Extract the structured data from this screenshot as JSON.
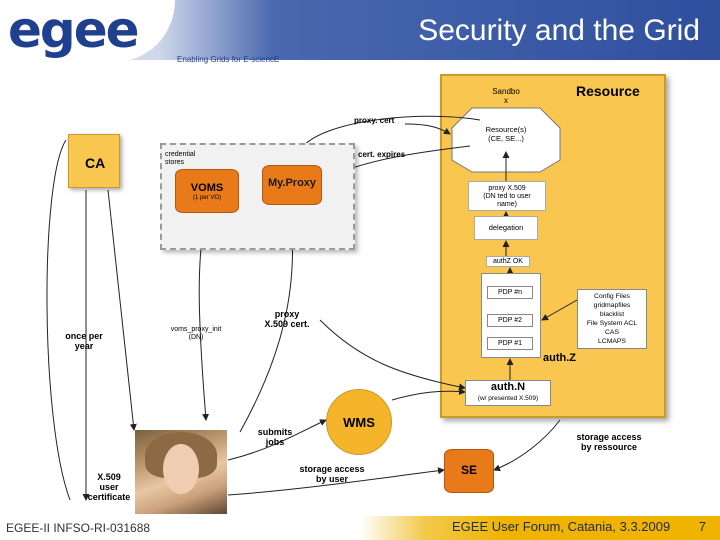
{
  "header": {
    "logo_text": "egee",
    "title": "Security and the Grid",
    "tagline": "Enabling Grids for E-sciencE"
  },
  "footer": {
    "project_id": "EGEE-II INFSO-RI-031688",
    "event": "EGEE User Forum, Catania, 3.3.2009",
    "page_number": "7"
  },
  "diagram": {
    "ca": "CA",
    "credential_stores": [
      "credential",
      "stores"
    ],
    "voms": {
      "title": "VOMS",
      "subtitle": "(1 per VO)"
    },
    "myproxy": "My.Proxy",
    "resource": "Resource",
    "sandbox": [
      "Sandbo",
      "x"
    ],
    "resources": [
      "Resource(s)",
      "(CE, SE...)"
    ],
    "proxy_x509": [
      "proxy X.509",
      "(DN ted to user",
      "name)"
    ],
    "delegation": "delegation",
    "authz_ok": "authZ OK",
    "pdps": [
      "PDP #n",
      "PDP #2",
      "PDP #1"
    ],
    "authz": "auth.Z",
    "config": [
      "Config Files",
      "gridmapfiles",
      "blacklist",
      "File System ACL",
      "CAS",
      "LCMAPS"
    ],
    "authn": {
      "title": "auth.N",
      "subtitle": "(w/ presented X.509)"
    },
    "wms": "WMS",
    "se": "SE",
    "proxy_cert": "proxy. cert",
    "cert_expires": "cert. expires",
    "proxy_x509_cert": [
      "proxy",
      "X.509 cert."
    ],
    "voms_proxy_init": [
      "voms_proxy_init",
      "(DN)"
    ],
    "once_per_year": [
      "once per",
      "year"
    ],
    "submits_jobs": [
      "submits",
      "jobs"
    ],
    "storage_by_user": [
      "storage access",
      "by user"
    ],
    "storage_by_resource": [
      "storage access",
      "by ressource"
    ],
    "user_cert": [
      "X.509",
      "user",
      "certificate"
    ]
  },
  "colors": {
    "header_blue": "#2f4f9e",
    "resource_yellow": "#f9c74f",
    "storage_orange": "#e87a1a",
    "footer_gold": "#f0b400"
  }
}
